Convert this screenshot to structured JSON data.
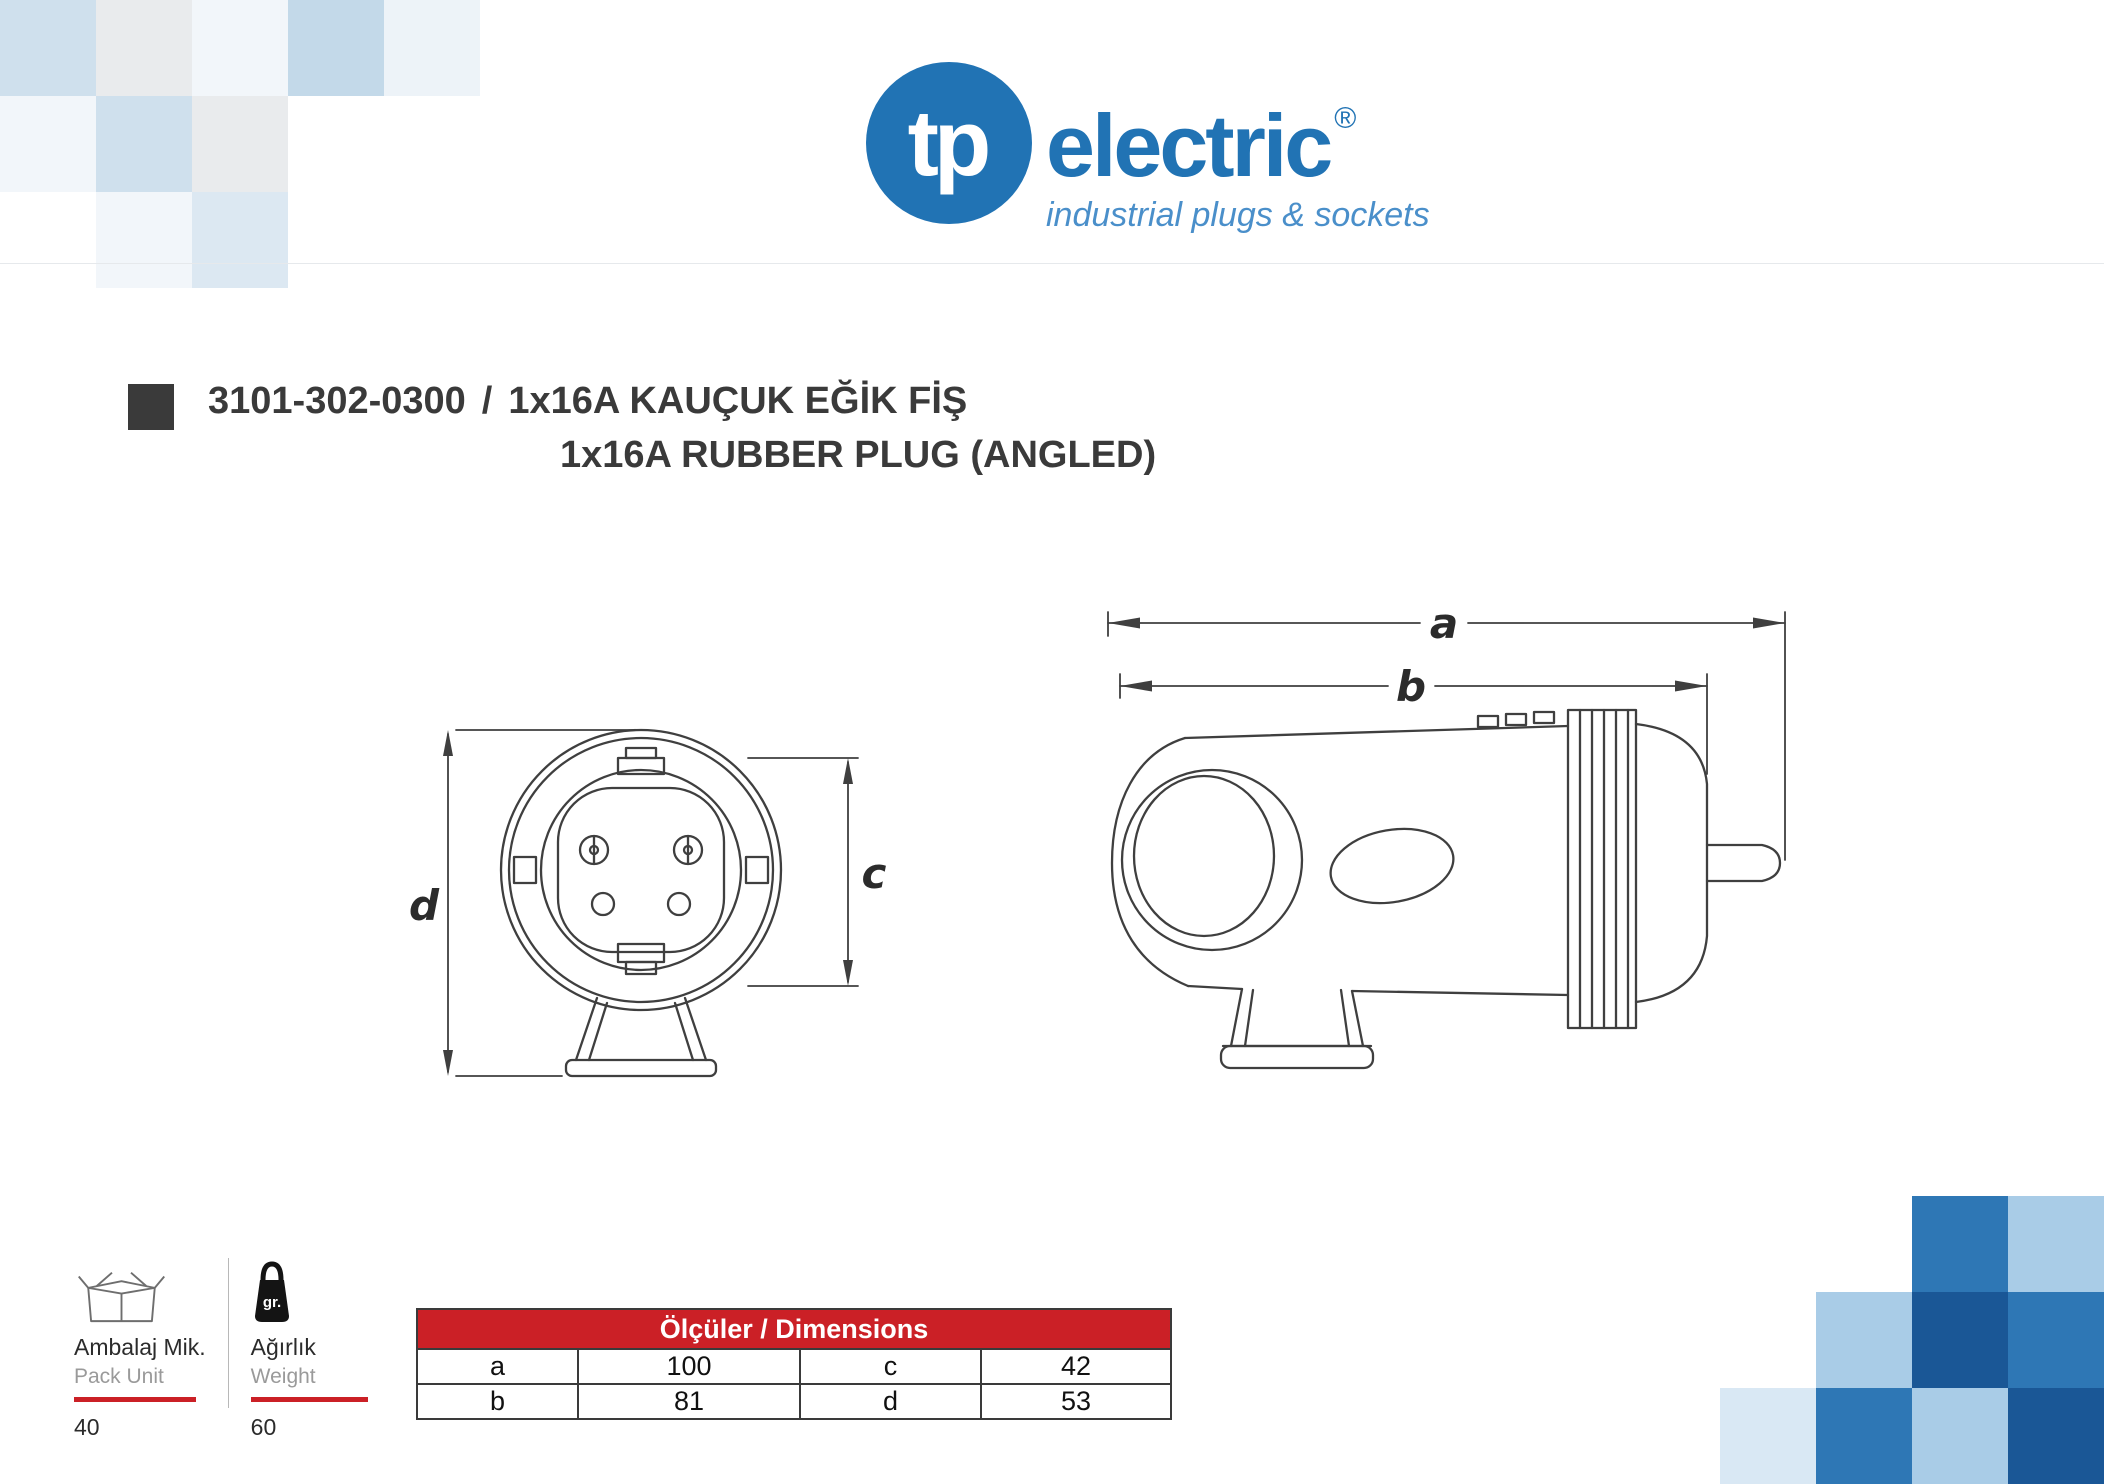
{
  "brand": {
    "logo_circle_text": "tp",
    "logo_name": "electric",
    "registered_mark": "®",
    "tagline": "industrial plugs & sockets",
    "blue": "#2173b4",
    "light_blue": "#4a8fca"
  },
  "product": {
    "code": "3101-302-0300",
    "separator": "/",
    "title_tr": "1x16A KAUÇUK EĞİK FİŞ",
    "title_en": "1x16A RUBBER PLUG (ANGLED)"
  },
  "drawing": {
    "side_view_labels": {
      "a": "a",
      "b": "b"
    },
    "front_view_labels": {
      "c": "c",
      "d": "d"
    }
  },
  "packaging": {
    "pack_label_tr": "Ambalaj Mik.",
    "pack_label_en": "Pack Unit",
    "pack_value": "40",
    "weight_label_tr": "Ağırlık",
    "weight_label_en": "Weight",
    "weight_value": "60",
    "weight_unit": "gr.",
    "accent_red": "#cb2026"
  },
  "dimensions_table": {
    "header": "Ölçüler / Dimensions",
    "header_bg": "#cb2026",
    "rows": [
      {
        "k1": "a",
        "v1": "100",
        "k2": "c",
        "v2": "42"
      },
      {
        "k1": "b",
        "v1": "81",
        "k2": "d",
        "v2": "53"
      }
    ]
  }
}
